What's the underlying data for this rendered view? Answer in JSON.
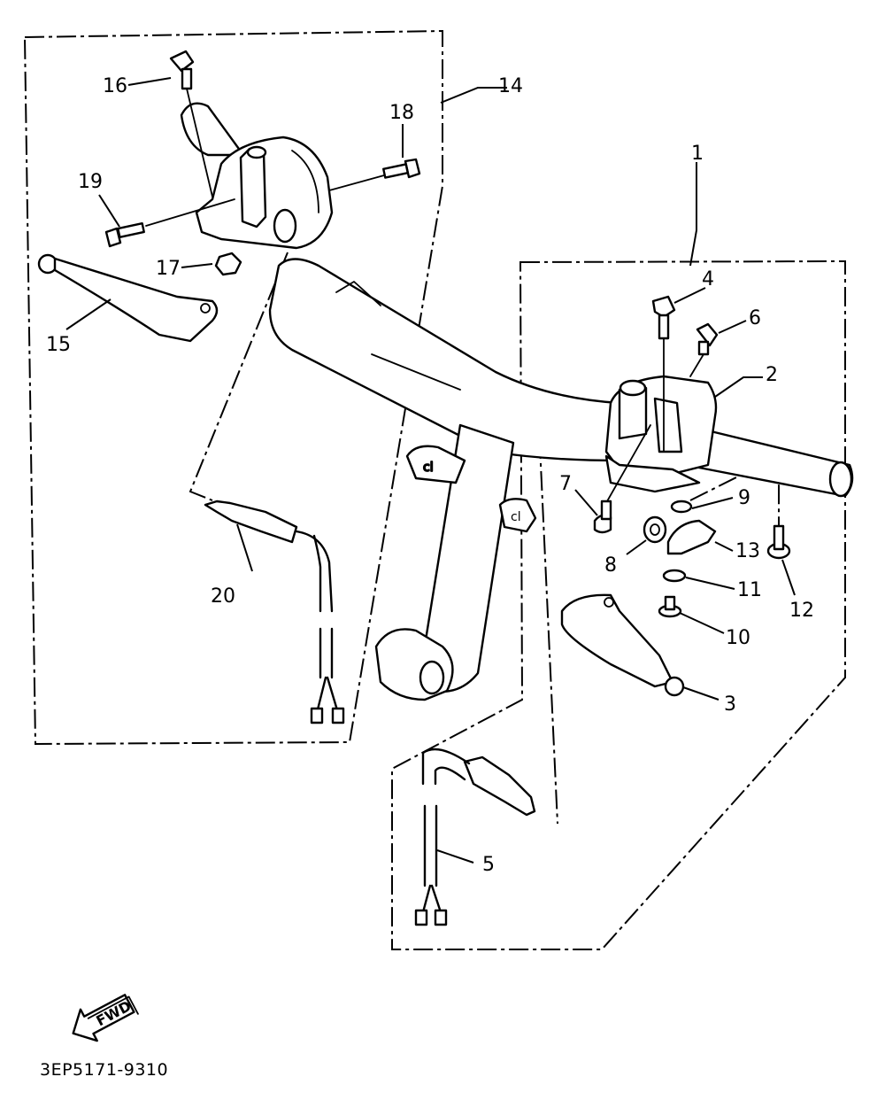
{
  "callouts": [
    "1",
    "2",
    "3",
    "4",
    "5",
    "6",
    "7",
    "8",
    "9",
    "10",
    "11",
    "12",
    "13",
    "14",
    "15",
    "16",
    "17",
    "18",
    "19",
    "20"
  ],
  "direction_label": "FWD",
  "diagram_code": "3EP5171-9310",
  "icons": {
    "direction": "forward-arrow-icon"
  }
}
